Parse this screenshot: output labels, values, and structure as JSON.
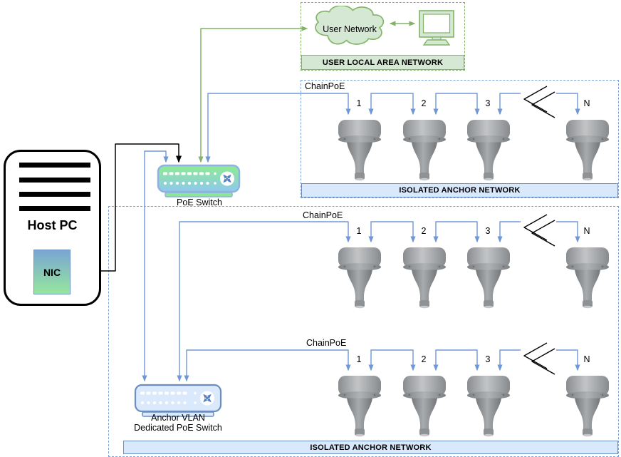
{
  "host_pc": {
    "label": "Host PC",
    "nic_label": "NIC"
  },
  "user_lan": {
    "cloud_label": "User Network",
    "bar_label": "USER LOCAL AREA NETWORK"
  },
  "poe_switch": {
    "label": "PoE Switch"
  },
  "anchor_switch": {
    "line1": "Anchor VLAN",
    "line2": "Dedicated PoE Switch"
  },
  "networks": [
    {
      "bar_label": "ISOLATED ANCHOR NETWORK",
      "chains": [
        {
          "label": "ChainPoE",
          "anchors": [
            "1",
            "2",
            "3",
            "N"
          ]
        }
      ]
    },
    {
      "bar_label": "ISOLATED ANCHOR NETWORK",
      "chains": [
        {
          "label": "ChainPoE",
          "anchors": [
            "1",
            "2",
            "3",
            "N"
          ]
        },
        {
          "label": "ChainPoE",
          "anchors": [
            "1",
            "2",
            "3",
            "N"
          ]
        }
      ]
    }
  ],
  "colors": {
    "green_border": "#82b366",
    "green_fill": "#d5e8d4",
    "blue_border": "#6c8ebf",
    "blue_fill": "#dae8fc",
    "connector_blue": "#7097d6",
    "connector_black": "#000000",
    "anchor_gray": "#9aa0a5"
  }
}
